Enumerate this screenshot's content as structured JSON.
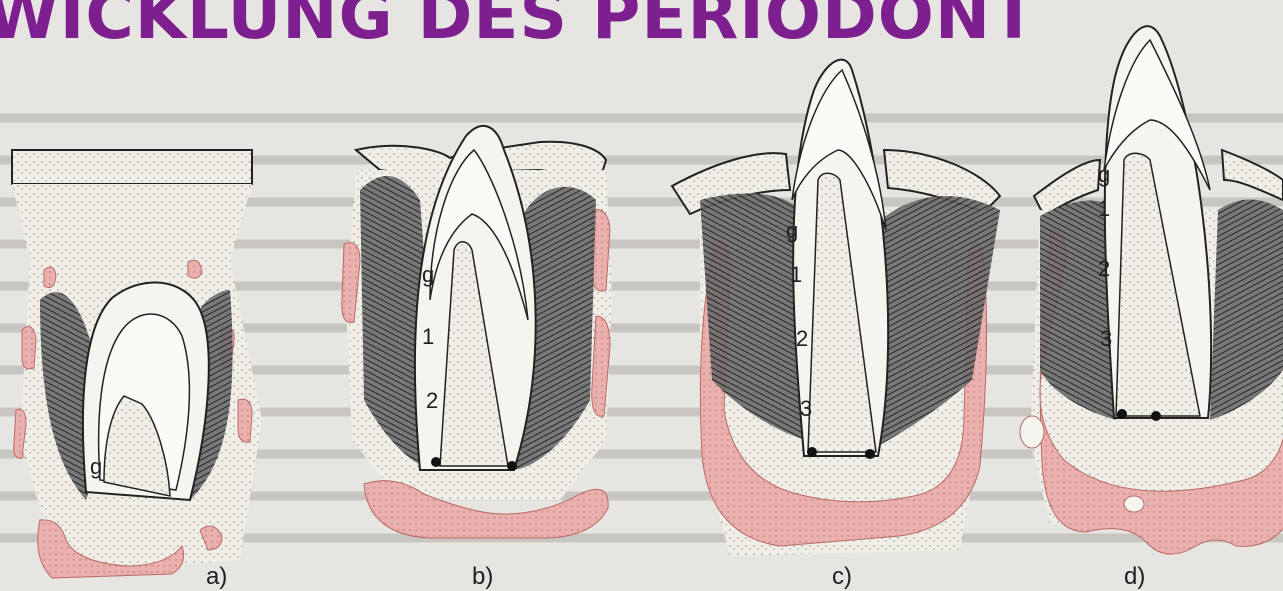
{
  "title": "WICKLUNG DES PERIODONT",
  "colors": {
    "title": "#7d1f8e",
    "bone": "#e9a8a6",
    "fiber": "#2a2a2a",
    "tissue": "#efece6",
    "background": "#e7e5e1"
  },
  "panels": [
    {
      "caption": "a)",
      "labels": [
        "g"
      ]
    },
    {
      "caption": "b)",
      "labels": [
        "g",
        "1",
        "2"
      ]
    },
    {
      "caption": "c)",
      "labels": [
        "g",
        "1",
        "2",
        "3"
      ]
    },
    {
      "caption": "d)",
      "labels": [
        "g",
        "1",
        "2",
        "3"
      ]
    }
  ]
}
